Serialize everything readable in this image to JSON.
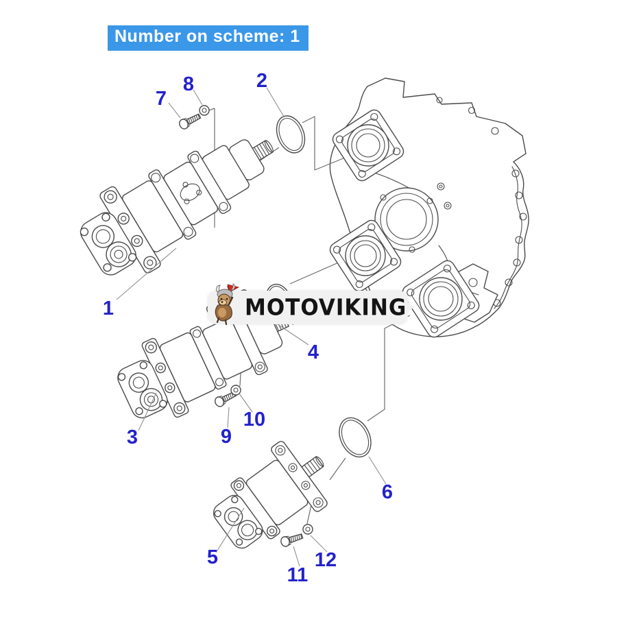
{
  "header": {
    "label": "Number on scheme: 1",
    "background_color": "#3b97e8",
    "text_color": "#ffffff"
  },
  "watermark": {
    "text": "MOTOVIKING",
    "icon": "viking-mascot-icon",
    "background_color": "#f1f1f1",
    "text_color": "#141414",
    "flag_color": "#d8291c"
  },
  "diagram": {
    "type": "exploded-parts-diagram",
    "subject": "Hydraulic gear pump assemblies mounted to transmission case",
    "line_color": "#4a4a4a",
    "leader_color": "#8f8f8f",
    "callout_color": "#2222cc",
    "callouts": [
      {
        "number": "1",
        "part": "triple-gear-pump-assembly"
      },
      {
        "number": "2",
        "part": "o-ring-upper"
      },
      {
        "number": "3",
        "part": "double-gear-pump-assembly"
      },
      {
        "number": "4",
        "part": "o-ring-middle"
      },
      {
        "number": "5",
        "part": "single-gear-pump-assembly"
      },
      {
        "number": "6",
        "part": "o-ring-lower"
      },
      {
        "number": "7",
        "part": "mounting-bolt-upper"
      },
      {
        "number": "8",
        "part": "washer-upper"
      },
      {
        "number": "9",
        "part": "mounting-bolt-middle"
      },
      {
        "number": "10",
        "part": "washer-middle"
      },
      {
        "number": "11",
        "part": "mounting-bolt-lower"
      },
      {
        "number": "12",
        "part": "washer-lower"
      }
    ],
    "parts": [
      {
        "name": "transmission-case"
      },
      {
        "name": "gear-pump-1"
      },
      {
        "name": "gear-pump-3"
      },
      {
        "name": "gear-pump-5"
      },
      {
        "name": "o-ring-2"
      },
      {
        "name": "o-ring-4"
      },
      {
        "name": "o-ring-6"
      },
      {
        "name": "bolt-7"
      },
      {
        "name": "washer-8"
      },
      {
        "name": "bolt-9"
      },
      {
        "name": "washer-10"
      },
      {
        "name": "bolt-11"
      },
      {
        "name": "washer-12"
      }
    ]
  }
}
